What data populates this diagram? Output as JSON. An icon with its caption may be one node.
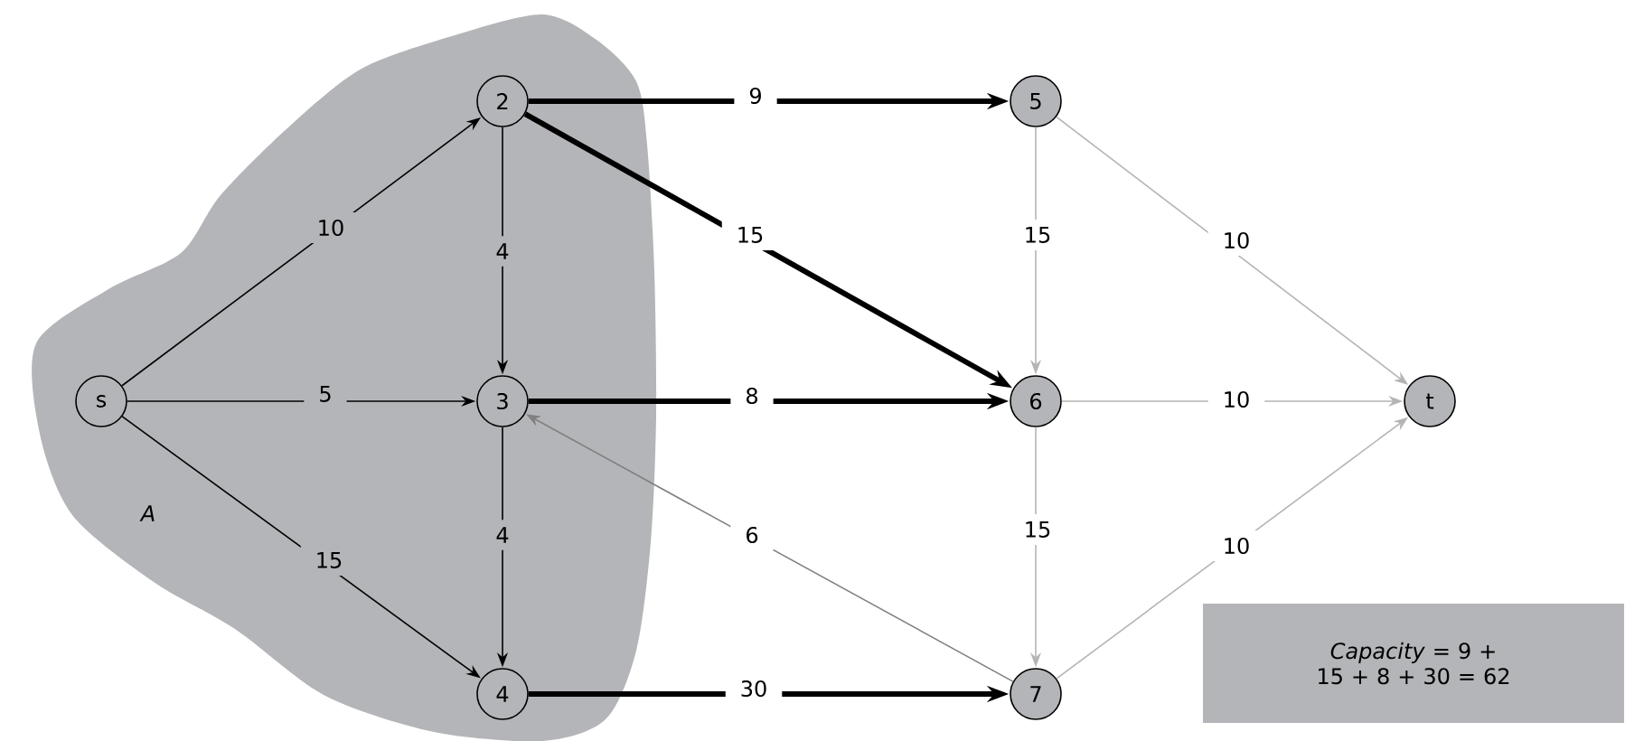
{
  "diagram": {
    "nodes": [
      {
        "text": [
          "A"
        ]
      },
      {
        "text": [
          "s"
        ],
        "in": 0
      },
      {
        "text": [
          "2"
        ],
        "in": 0
      },
      {
        "text": [
          "3"
        ],
        "in": 0
      },
      {
        "text": [
          "4"
        ],
        "in": 0
      },
      {
        "text": [
          "5"
        ]
      },
      {
        "text": [
          "6"
        ]
      },
      {
        "text": [
          "7"
        ]
      },
      {
        "text": [
          "t"
        ]
      },
      {
        "text": [
          "*Capacity* = 9 + 15 + 8 + 30 = 62"
        ]
      }
    ],
    "edges": [
      {
        "from": 1,
        "to": 2,
        "arrow": "to",
        "label": "10"
      },
      {
        "from": 1,
        "to": 3,
        "arrow": "to",
        "label": "5"
      },
      {
        "from": 1,
        "to": 4,
        "arrow": "to",
        "label": "15"
      },
      {
        "from": 2,
        "to": 3,
        "arrow": "to",
        "label": "4"
      },
      {
        "from": 3,
        "to": 4,
        "arrow": "to",
        "label": "4"
      },
      {
        "from": 2,
        "to": 5,
        "arrow": "to",
        "label": "9",
        "style": "thick"
      },
      {
        "from": 2,
        "to": 6,
        "arrow": "to",
        "label": "15",
        "style": "thick"
      },
      {
        "from": 3,
        "to": 6,
        "arrow": "to",
        "label": "8",
        "style": "thick"
      },
      {
        "from": 4,
        "to": 7,
        "arrow": "to",
        "label": "30",
        "style": "thick"
      },
      {
        "from": 7,
        "to": 3,
        "arrow": "to",
        "label": "6",
        "color": "#808080"
      },
      {
        "from": 5,
        "to": 6,
        "arrow": "to",
        "label": "15",
        "color": "#b4b4b4"
      },
      {
        "from": 5,
        "to": 8,
        "arrow": "to",
        "label": "10",
        "color": "#b4b4b4"
      },
      {
        "from": 6,
        "to": 8,
        "arrow": "to",
        "label": "10",
        "color": "#b4b4b4"
      },
      {
        "from": 6,
        "to": 7,
        "arrow": "to",
        "label": "15",
        "color": "#b4b4b4"
      },
      {
        "from": 7,
        "to": 8,
        "arrow": "to",
        "label": "10",
        "color": "#b4b4b4"
      }
    ]
  }
}
